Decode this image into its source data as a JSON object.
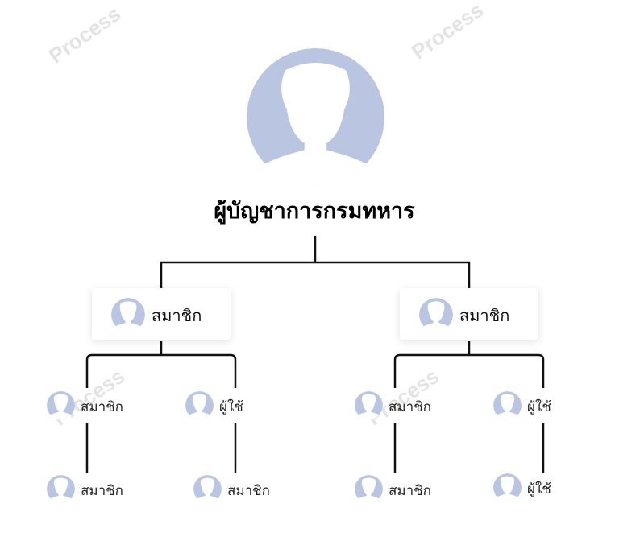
{
  "watermark_text": "Process",
  "root": {
    "title": "ผู้บัญชาการกรมทหาร"
  },
  "branches": [
    {
      "label": "สมาชิก",
      "children": [
        {
          "label": "สมาชิก",
          "child": {
            "label": "สมาชิก"
          }
        },
        {
          "label": "ผู้ใช้",
          "child": {
            "label": "สมาชิก"
          }
        }
      ]
    },
    {
      "label": "สมาชิก",
      "children": [
        {
          "label": "สมาชิก",
          "child": {
            "label": "สมาชิก"
          }
        },
        {
          "label": "ผู้ใช้",
          "child": {
            "label": "ผู้ใช้"
          }
        }
      ]
    }
  ],
  "colors": {
    "avatar": "#b9c5e1",
    "line": "#111111"
  }
}
